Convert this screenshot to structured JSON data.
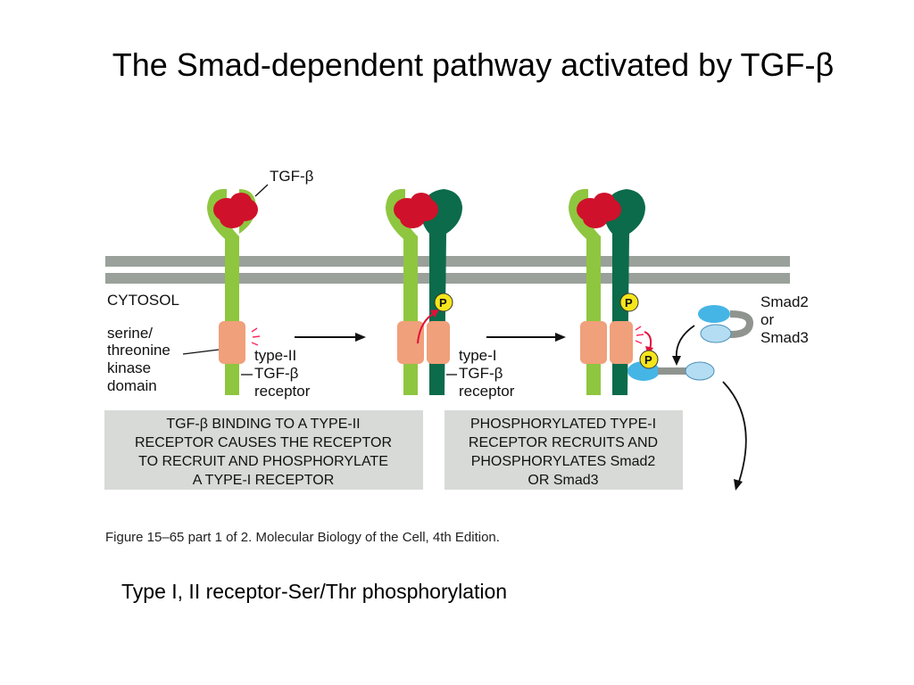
{
  "title": "The Smad-dependent pathway activated by TGF-β",
  "caption": "Type I, II receptor-Ser/Thr phosphorylation",
  "diagram": {
    "ligand_label": "TGF-β",
    "cytosol_label": "CYTOSOL",
    "kinase_label": [
      "serine/",
      "threonine",
      "kinase",
      "domain"
    ],
    "type2_label": [
      "type-II",
      "TGF-β",
      "receptor"
    ],
    "type1_label": [
      "type-I",
      "TGF-β",
      "receptor"
    ],
    "smad_label": [
      "Smad2",
      "or",
      "Smad3"
    ],
    "phospho": "P",
    "box1": [
      "TGF-β BINDING TO A TYPE-II",
      "RECEPTOR CAUSES THE RECEPTOR",
      "TO RECRUIT AND PHOSPHORYLATE",
      "A TYPE-I RECEPTOR"
    ],
    "box2": [
      "PHOSPHORYLATED TYPE-I",
      "RECEPTOR RECRUITS AND",
      "PHOSPHORYLATES Smad2",
      "OR Smad3"
    ],
    "figure_caption": "Figure 15–65 part 1 of 2. Molecular Biology of the Cell, 4th Edition."
  },
  "colors": {
    "membrane": "#9aa19a",
    "type2_receptor": "#8ec63f",
    "type1_receptor": "#0b6b4a",
    "ligand": "#d0112b",
    "kinase": "#f0a07a",
    "phosphate": "#f5e51b",
    "smad": "#45b5e6",
    "smad_light": "#b4ddf3",
    "box_bg": "#d7dad7"
  }
}
